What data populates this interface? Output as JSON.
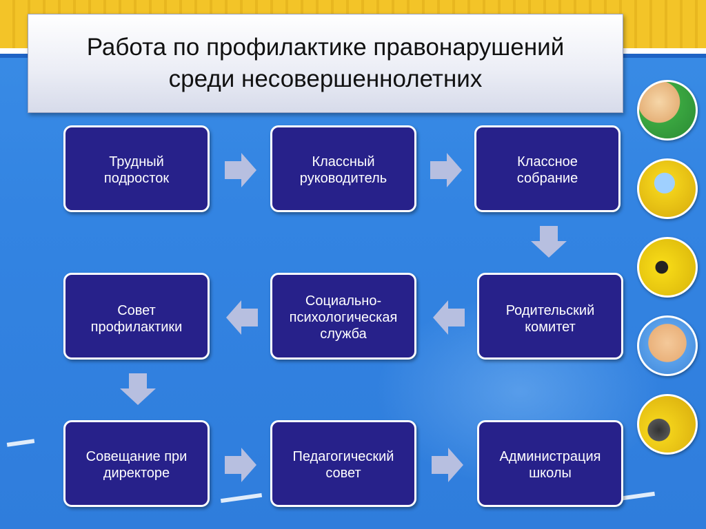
{
  "title": "Работа по профилактике правонарушений\nсреди несовершеннолетних",
  "steps": [
    {
      "label": "Трудный\nподросток"
    },
    {
      "label": "Классный\nруководитель"
    },
    {
      "label": "Классное\nсобрание"
    },
    {
      "label": "Родительский\nкомитет"
    },
    {
      "label": "Социально-\nпсихологическая\nслужба"
    },
    {
      "label": "Совет\nпрофилактики"
    },
    {
      "label": "Совещание при\nдиректоре"
    },
    {
      "label": "Педагогический\nсовет"
    },
    {
      "label": "Администрация\nшколы"
    }
  ],
  "colors": {
    "box_fill": "#27218a",
    "arrow_fill": "#b7bfe0",
    "background": "#3384e2"
  },
  "decor": {
    "avatars": [
      "cartoon-kids-avatar",
      "yellow-bus-avatar",
      "yellow-car-avatar",
      "cartoon-boy-avatar",
      "yellow-wheel-avatar"
    ]
  }
}
